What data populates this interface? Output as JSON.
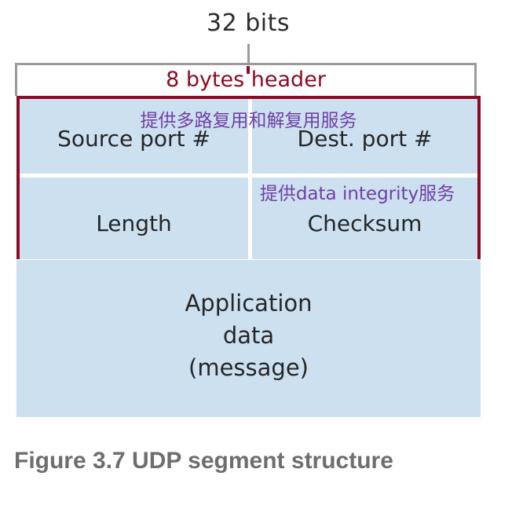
{
  "diagram": {
    "width_label": "32 bits",
    "header_size_label": "8 bytes header",
    "colors": {
      "field_fill": "#cce0ef",
      "header_outline": "#8b0b25",
      "annotation": "#7040a8",
      "bracket": "#9a9a9a",
      "caption": "#6e6e6e",
      "field_text": "#262626"
    },
    "header_fields": [
      {
        "name": "source-port",
        "label": "Source port #"
      },
      {
        "name": "dest-port",
        "label": "Dest. port #"
      },
      {
        "name": "length",
        "label": "Length"
      },
      {
        "name": "checksum",
        "label": "Checksum"
      }
    ],
    "annotations": [
      {
        "name": "multiplexing",
        "text": "提供多路复用和解复用服务"
      },
      {
        "name": "data-integrity",
        "text": "提供data integrity服务"
      }
    ],
    "payload": {
      "line1": "Application",
      "line2": "data",
      "line3": "(message)"
    }
  },
  "caption": {
    "text": "Figure 3.7 UDP segment structure"
  }
}
